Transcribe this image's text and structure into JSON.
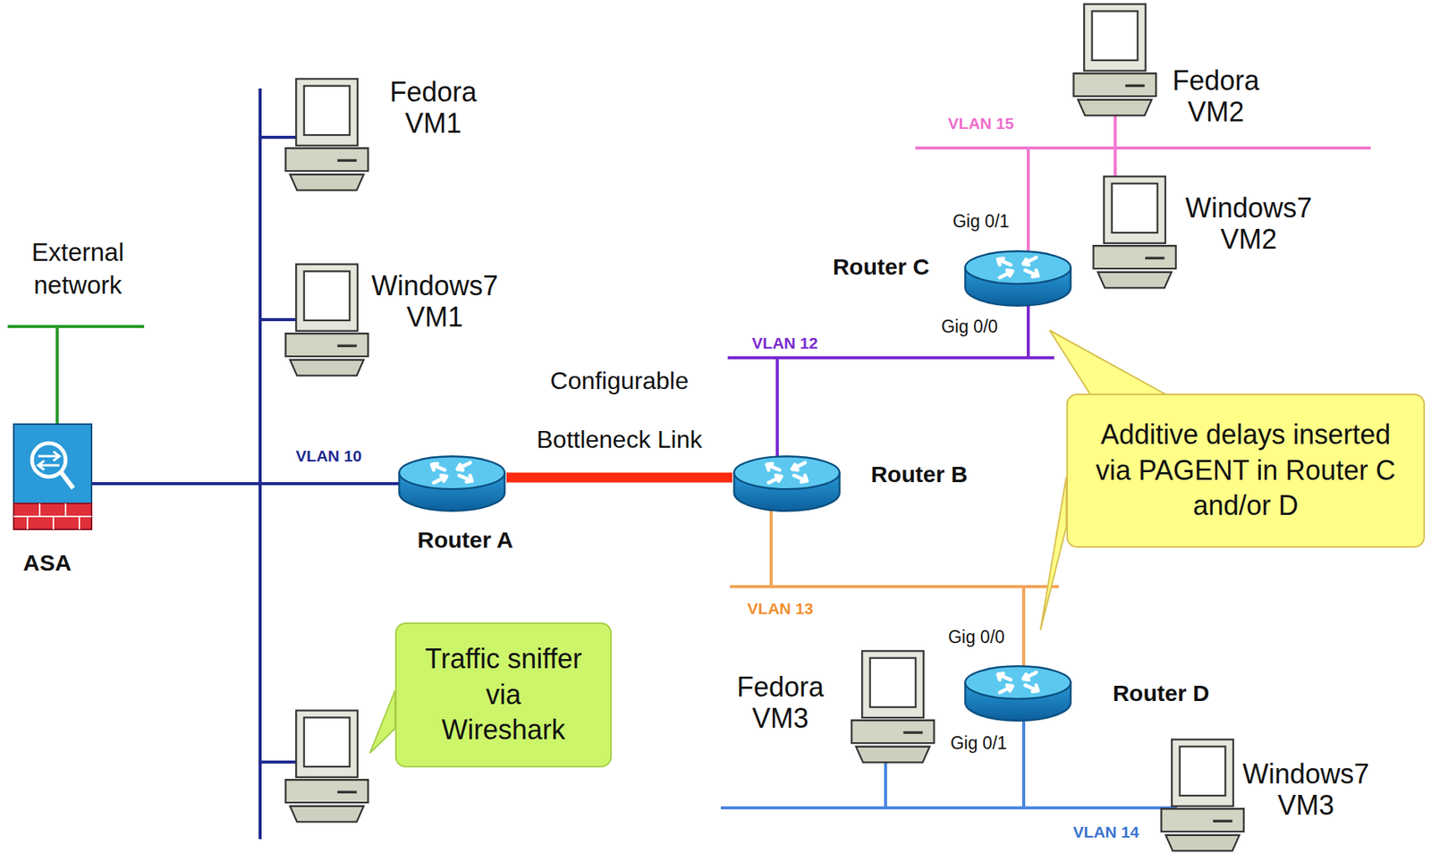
{
  "diagram": {
    "nodes": [
      {
        "text": [
          "ASA"
        ]
      },
      {
        "text": [
          "Fedora VM1"
        ]
      },
      {
        "text": [
          "Windows7 VM1"
        ]
      },
      {
        "text": [
          "Traffic sniffer via Wireshark"
        ]
      },
      {
        "text": [
          "Router A"
        ]
      },
      {
        "text": [
          "Router B"
        ]
      },
      {
        "text": [
          "Router C"
        ]
      },
      {
        "text": [
          "Fedora VM2"
        ]
      },
      {
        "text": [
          "Windows7 VM2"
        ]
      },
      {
        "text": [
          "Router D"
        ]
      },
      {
        "text": [
          "Fedora VM3"
        ]
      },
      {
        "text": [
          "Windows7 VM3"
        ]
      },
      {
        "text": [
          "Additive delays inserted via PAGENT in Router C and/or D"
        ]
      }
    ],
    "edges": [
      {
        "from": 4,
        "to": 5,
        "arrow": "none",
        "label": "Configurable Bottleneck Link"
      }
    ],
    "labels": [
      "External network",
      "VLAN 10",
      "VLAN 12",
      "VLAN 13",
      "VLAN 14",
      "VLAN 15",
      "Gig 0/1",
      "Gig 0/0",
      "Gig 0/0",
      "Gig 0/1"
    ]
  }
}
